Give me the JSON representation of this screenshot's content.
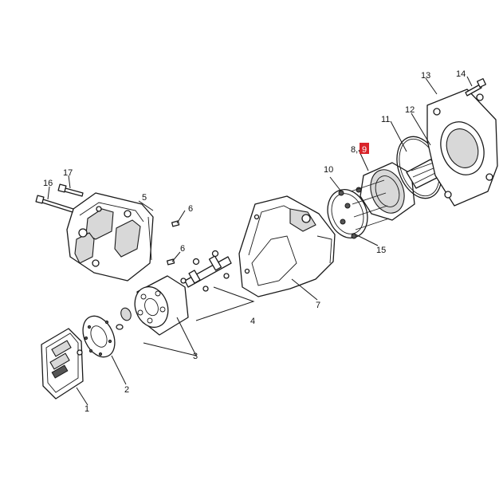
{
  "callouts": {
    "c1": "1",
    "c2": "2",
    "c3": "3",
    "c4": "4",
    "c5": "5",
    "c6a": "6",
    "c6b": "6",
    "c7": "7",
    "c8": "8,",
    "c9": "9",
    "c10": "10",
    "c11": "11",
    "c12": "12",
    "c13": "13",
    "c14": "14",
    "c15": "15",
    "c16": "16",
    "c17": "17"
  },
  "colors": {
    "highlight": "#d9242a",
    "line": "#1a1a1a",
    "background": "#ffffff"
  }
}
